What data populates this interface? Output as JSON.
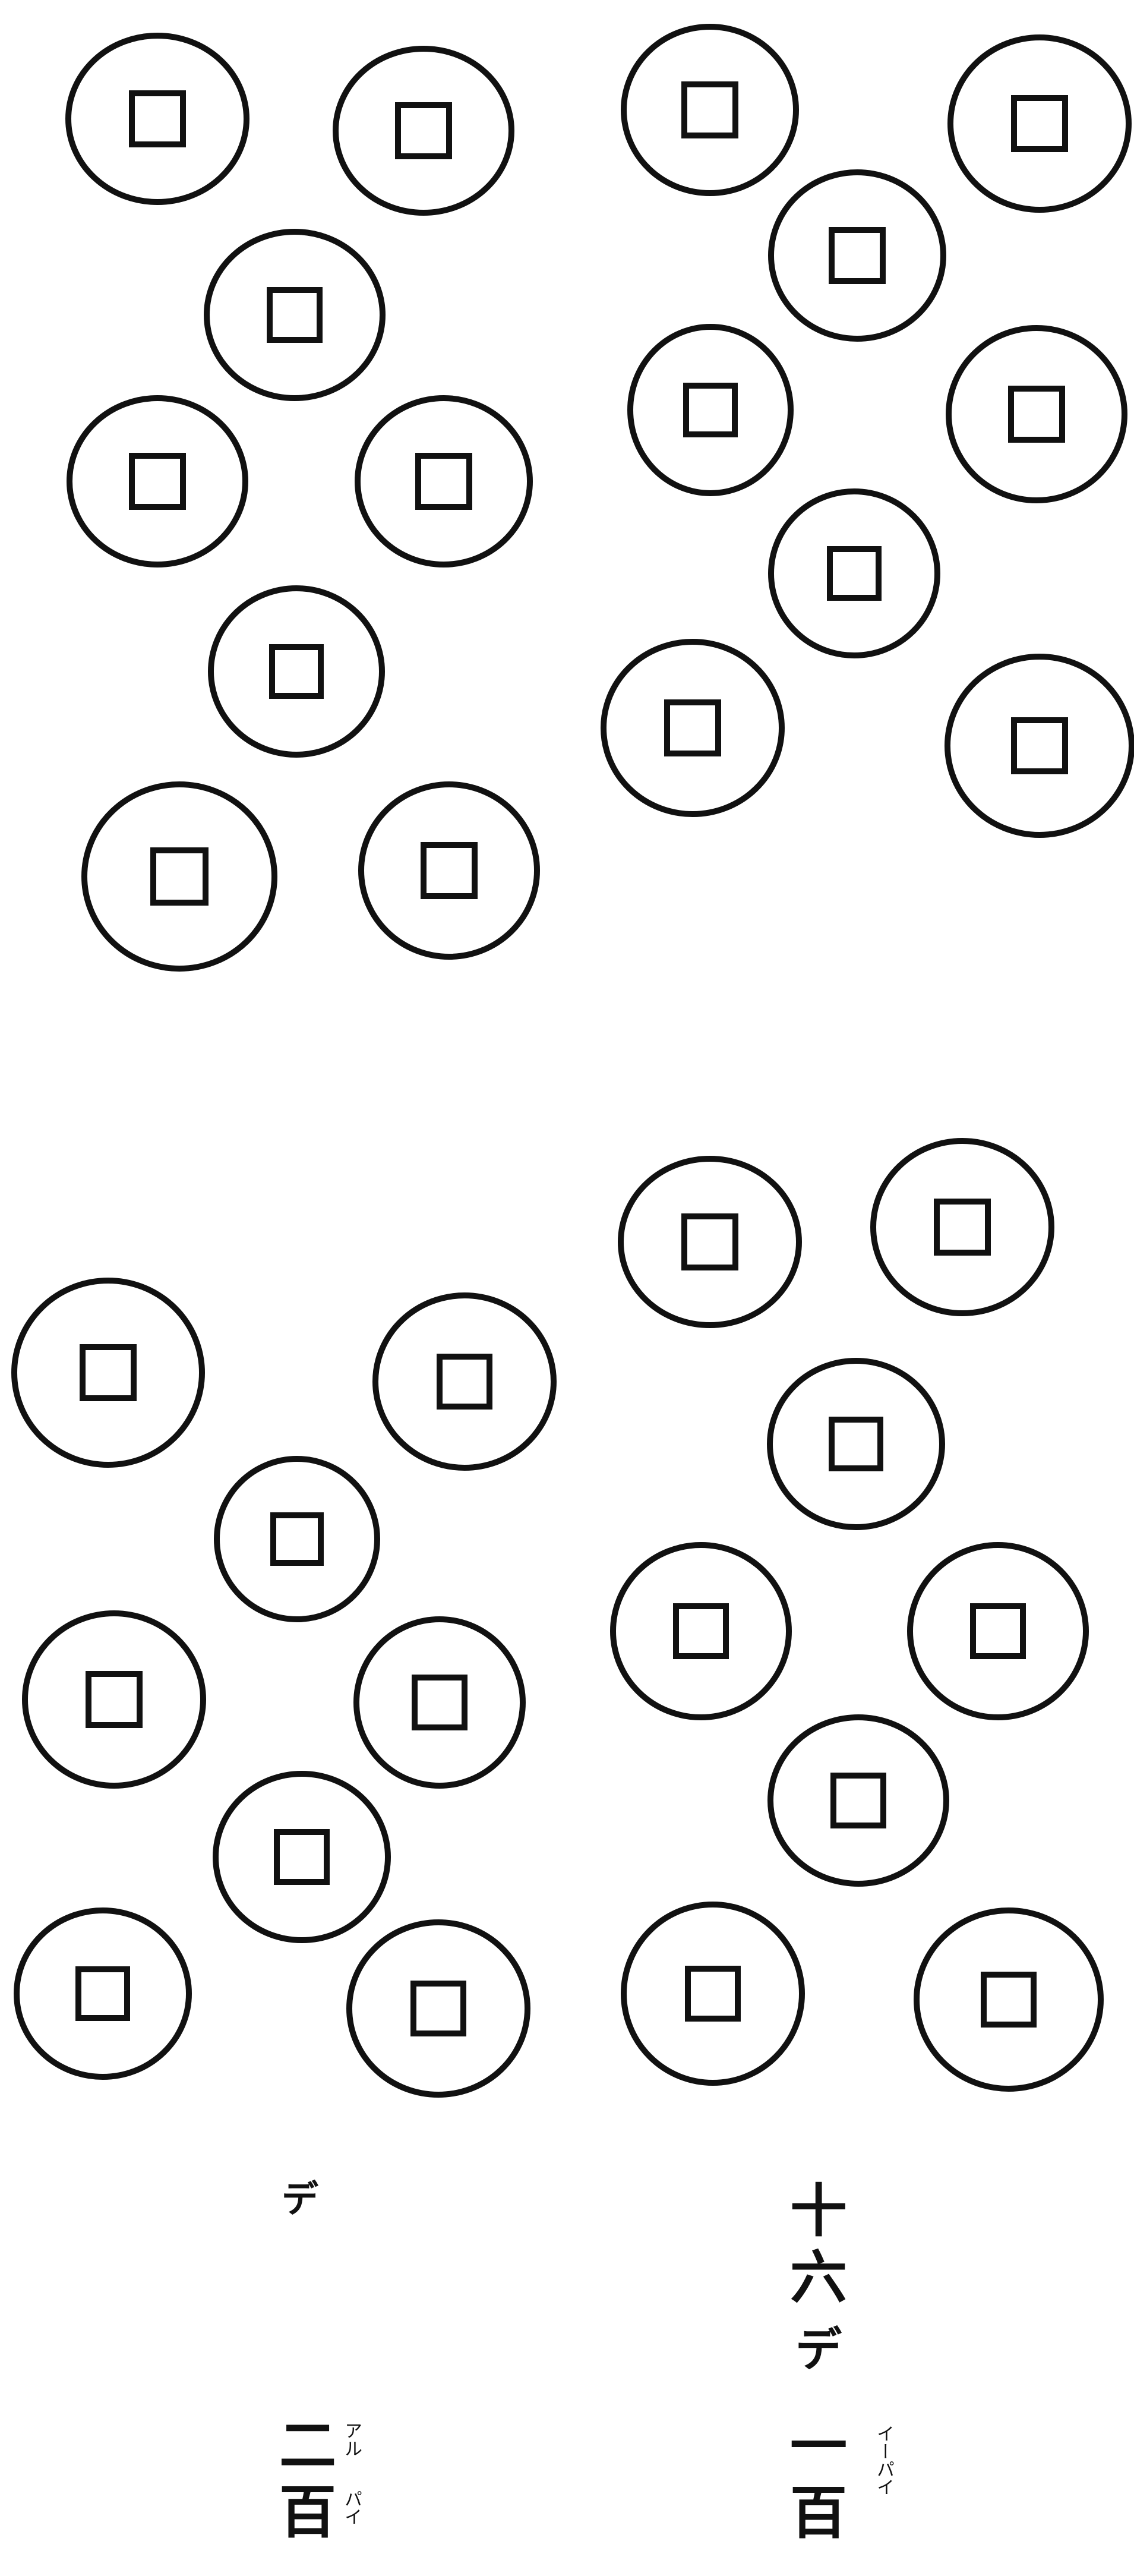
{
  "left_caption": {
    "mark": "デ",
    "lines": [
      "二",
      "百"
    ],
    "ruby_top": "アル",
    "ruby_bottom": "パイ"
  },
  "right_caption": {
    "lines": [
      "十",
      "六",
      "デ",
      "一",
      "百"
    ],
    "ruby": "イーパイ"
  },
  "colors": {
    "ink": "#111111",
    "paper": "#ffffff"
  }
}
